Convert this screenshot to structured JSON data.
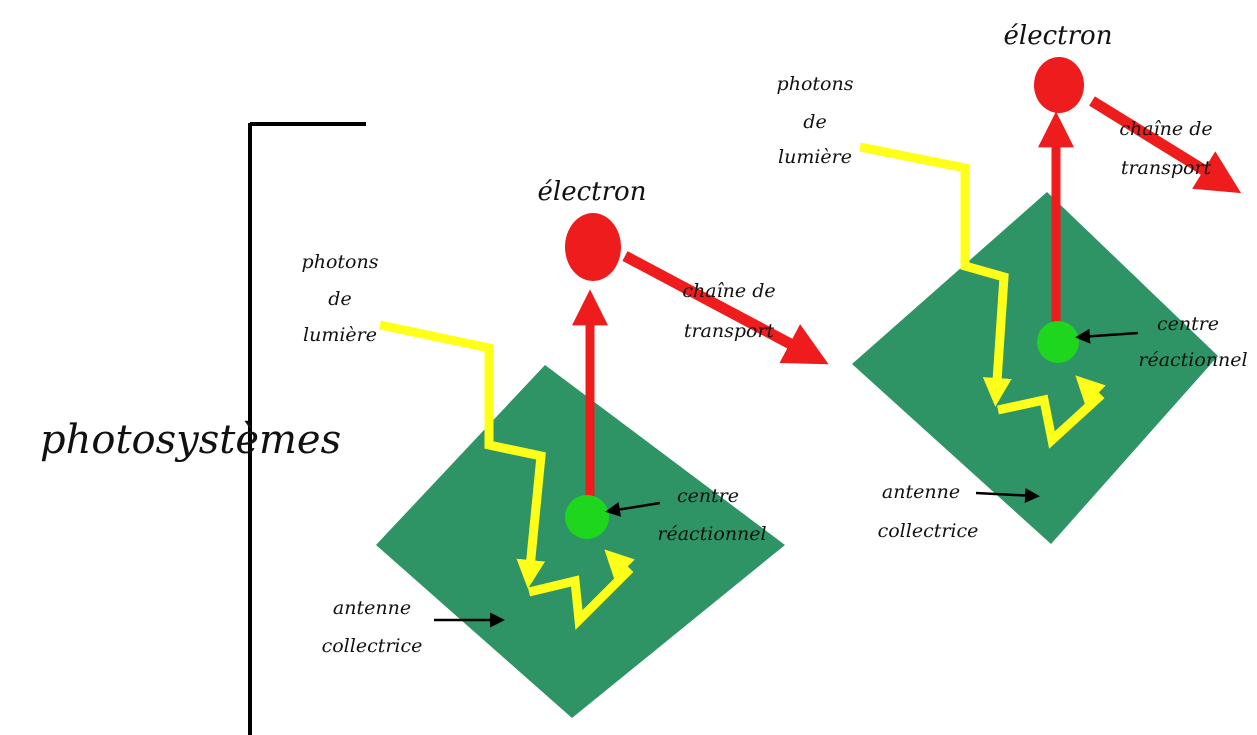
{
  "title": "photosystèmes",
  "colors": {
    "antenna": "#2e9466",
    "reaction_center": "#1fd61f",
    "electron": "#ee1c1c",
    "electron_path": "#ee1c1c",
    "photon_path": "#ffff1a",
    "pointer": "#000000",
    "bracket": "#000000"
  },
  "photosystem_1": {
    "photon_label": [
      "photons",
      "de",
      "lumière"
    ],
    "electron_label": "électron",
    "chain_label": [
      "chaîne de",
      "transport"
    ],
    "center_label": [
      "centre",
      "réactionnel"
    ],
    "antenna_label": [
      "antenne",
      "collectrice"
    ]
  },
  "photosystem_2": {
    "photon_label": [
      "photons",
      "de",
      "lumière"
    ],
    "electron_label": "électron",
    "chain_label": [
      "chaîne de",
      "transport"
    ],
    "center_label": [
      "centre",
      "réactionnel"
    ],
    "antenna_label": [
      "antenne",
      "collectrice"
    ]
  }
}
